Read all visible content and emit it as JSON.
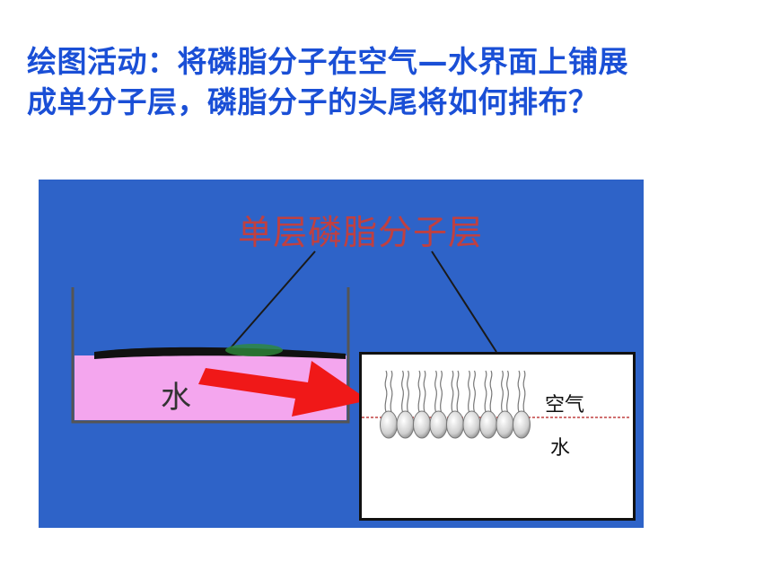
{
  "question": {
    "line1": "绘图活动：将磷脂分子在空气—水界面上铺展",
    "line2": "成单分子层，磷脂分子的头尾将如何排布？"
  },
  "figure": {
    "title": "单层磷脂分子层",
    "water_label": "水",
    "zoom": {
      "air_label": "空气",
      "water_label": "水"
    }
  },
  "colors": {
    "question_text": "#1a4fd6",
    "figure_background": "#2e63c8",
    "figure_title": "#c04040",
    "water_fill": "#f4a6ee",
    "arrow": "#f01818",
    "interface_line": "#c04040"
  },
  "phospholipid_count": 9
}
